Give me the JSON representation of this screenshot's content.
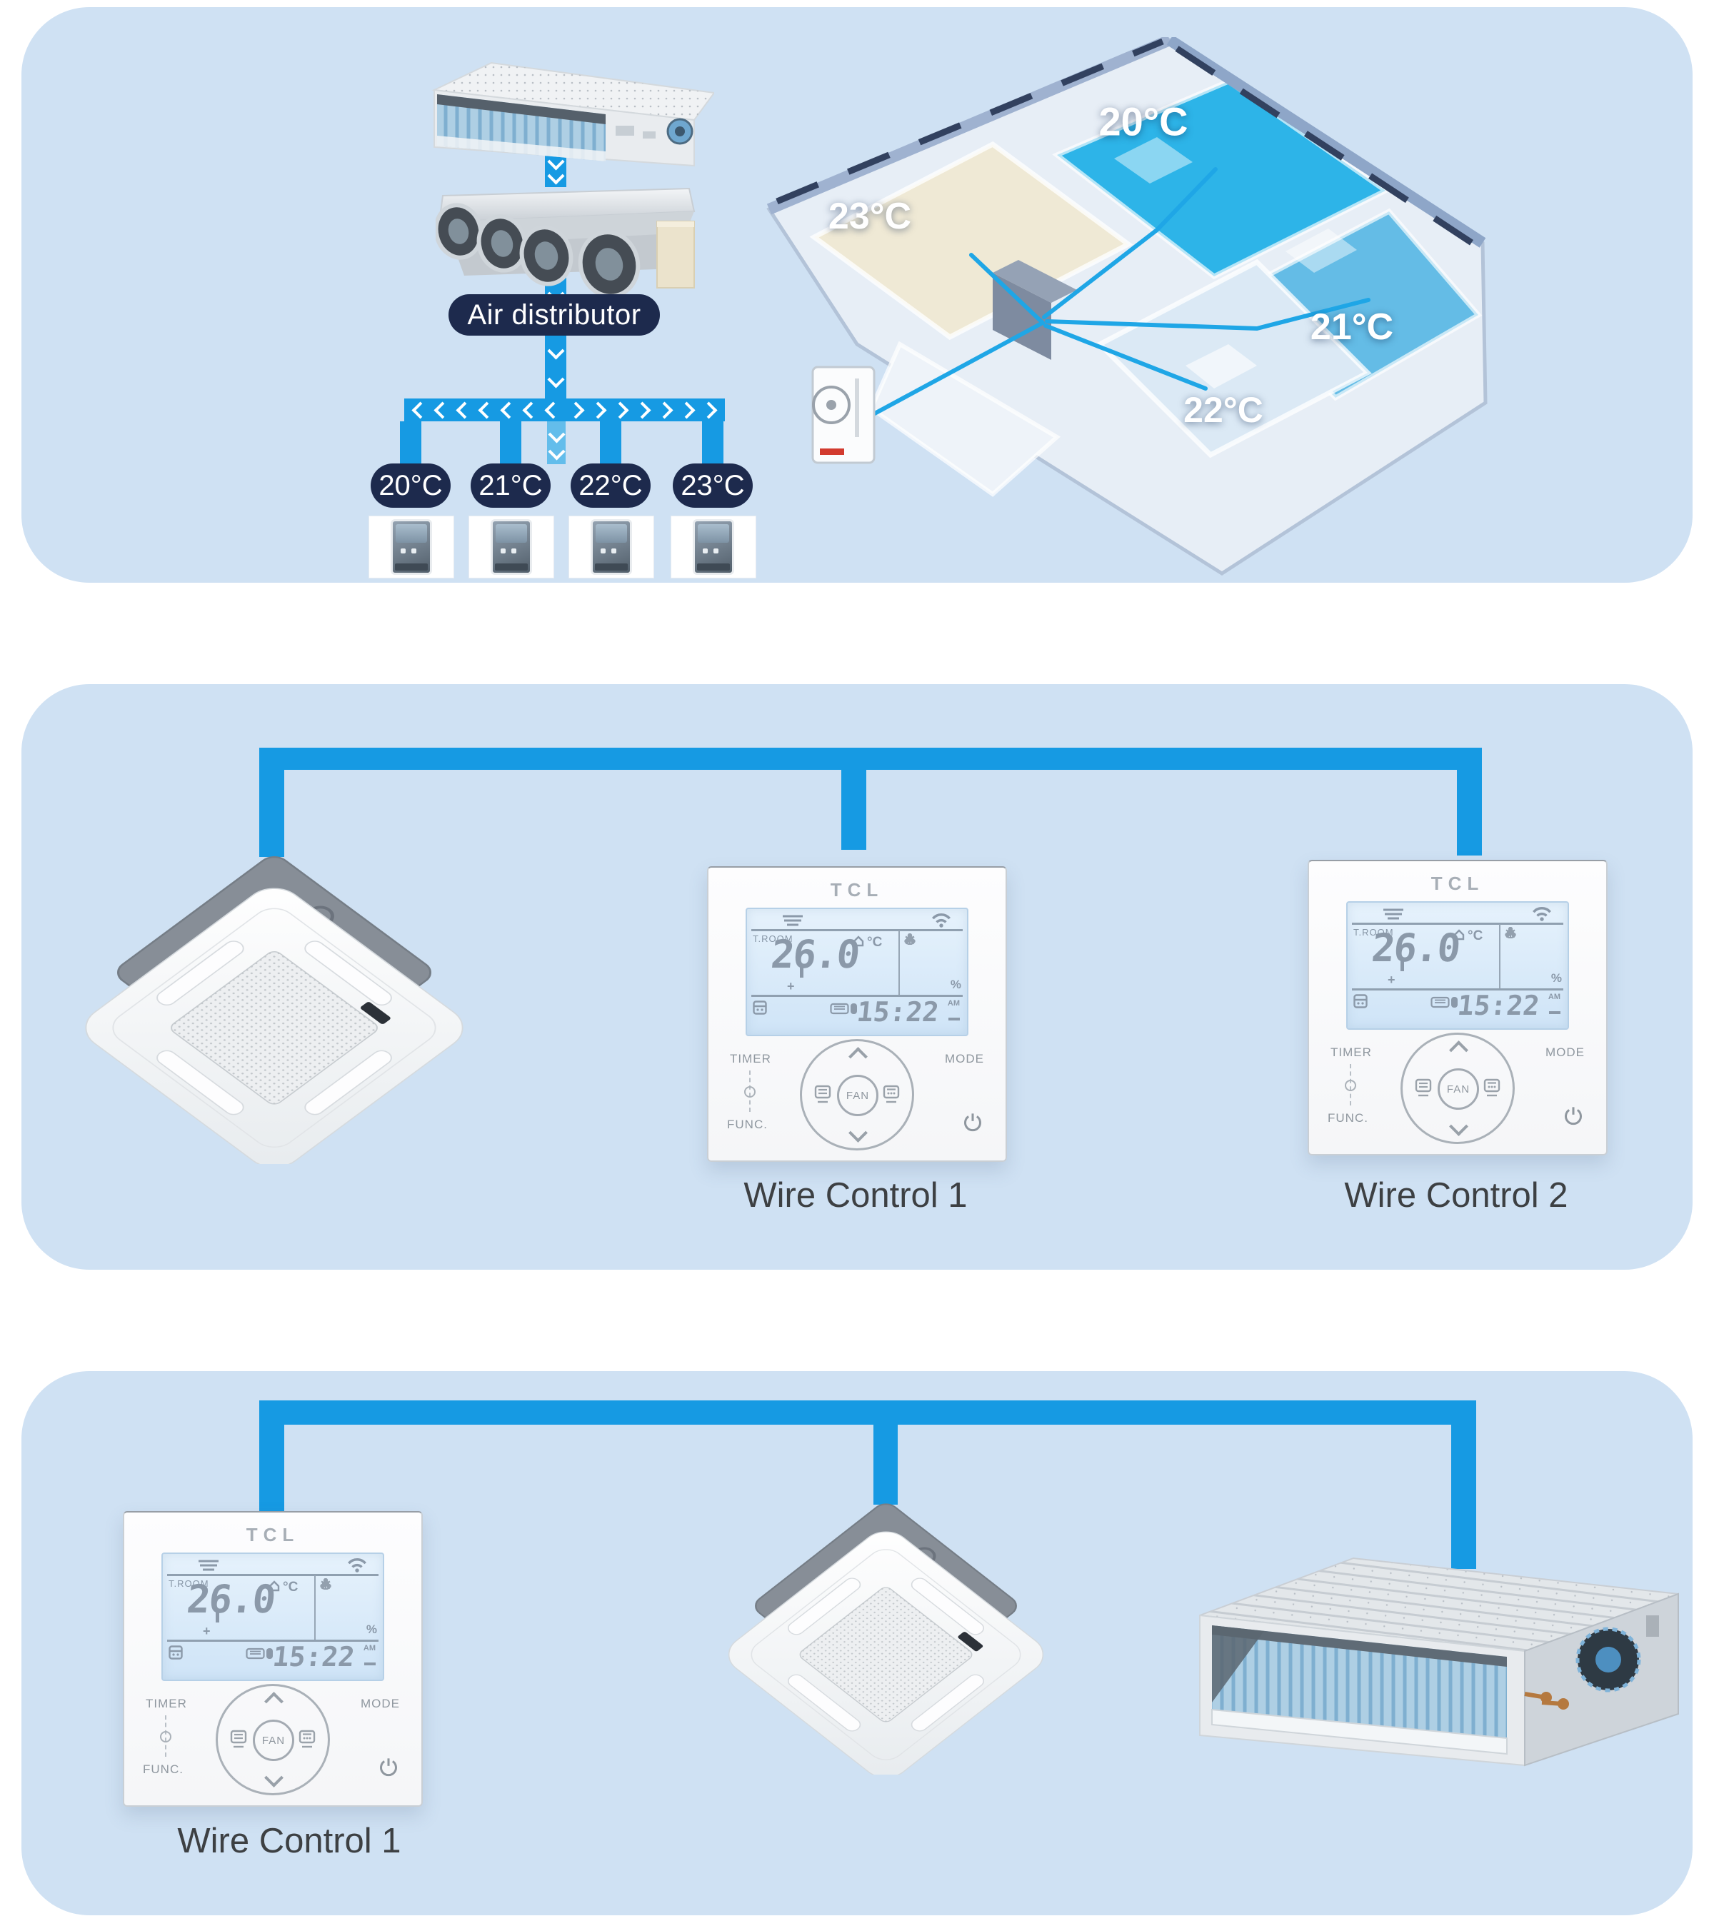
{
  "top_panel": {
    "air_distributor_label": "Air distributor",
    "outlet_temps": [
      "20°C",
      "21°C",
      "22°C",
      "23°C"
    ],
    "room_temps": [
      "20°C",
      "23°C",
      "21°C",
      "22°C"
    ]
  },
  "middle_panel": {
    "wire_control_1_label": "Wire Control 1",
    "wire_control_2_label": "Wire Control 2"
  },
  "bottom_panel": {
    "wire_control_1_label": "Wire Control 1"
  },
  "controller": {
    "brand": "TCL",
    "lcd": {
      "zone_label": "T.ROOM",
      "set_temp": "26.0",
      "temp_unit": "°C",
      "humidity_percent": "%",
      "time": "15:22",
      "time_suffix": "AM"
    },
    "keys": {
      "timer": "TIMER",
      "func": "FUNC.",
      "mode": "MODE",
      "fan": "FAN"
    }
  },
  "colors": {
    "panel_bg": "#cfe1f3",
    "connector_blue": "#169ae3",
    "navy_badge": "#1d2a4d",
    "lcd_bg": "#d8e9f9",
    "lcd_segment": "#8b99a9",
    "label_text": "#3d4043"
  },
  "icons": [
    "airflow-icon",
    "wifi-icon",
    "room-icon",
    "mode-icons",
    "schedule-icon",
    "filter-icon",
    "fan-speed-indicator",
    "power-icon",
    "chevron-up-icon",
    "chevron-down-icon",
    "vane-swing-key-icon",
    "louver-swing-key-icon",
    "outdoor-unit",
    "air-distributor",
    "duct-unit",
    "cassette-unit"
  ]
}
